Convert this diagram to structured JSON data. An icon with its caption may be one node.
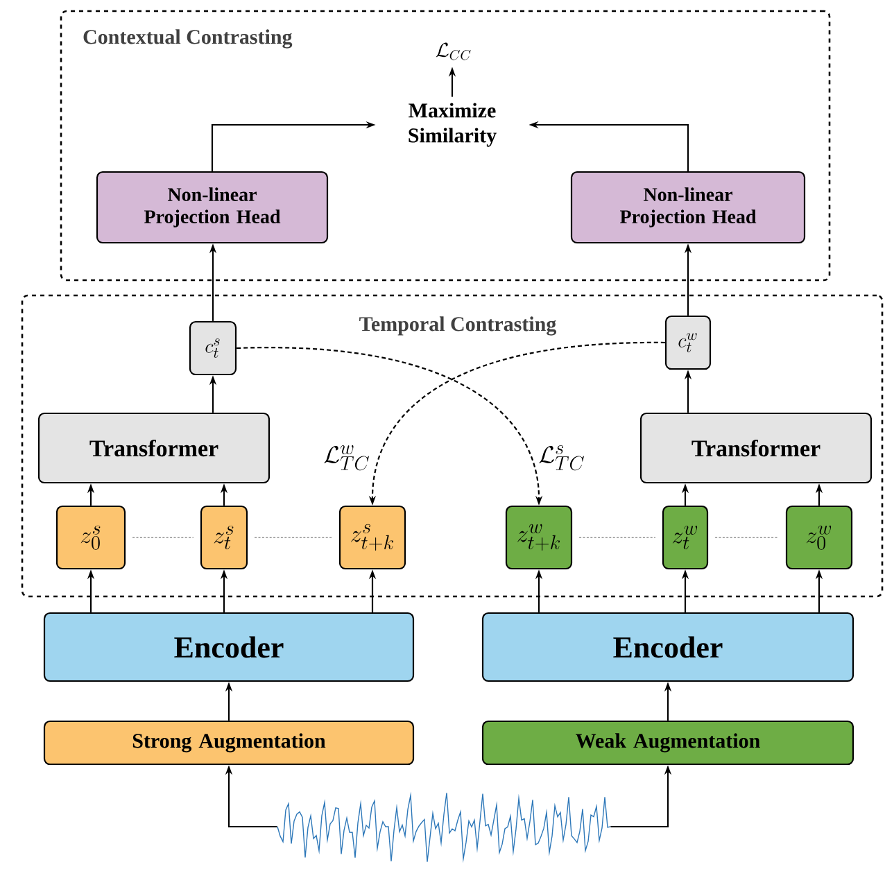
{
  "diagram": {
    "nodes": [
      {
        "text": [
          "Contextual Contrasting"
        ]
      },
      {
        "text": [
          "Maximize Similarity"
        ],
        "in": 0
      },
      {
        "text": [
          "Non-linear Projection Head"
        ],
        "in": 0
      },
      {
        "text": [
          "Non-linear Projection Head"
        ],
        "in": 0
      },
      {
        "text": [
          "\\mathcal{L}_{CC}"
        ],
        "in": 0
      },
      {
        "text": [
          "Temporal Contrasting"
        ]
      },
      {
        "text": [
          "c_{t}^{s}"
        ],
        "in": 5
      },
      {
        "text": [
          "c_{t}^{w}"
        ],
        "in": 5
      },
      {
        "text": [
          "Transformer"
        ],
        "in": 5
      },
      {
        "text": [
          "Transformer"
        ],
        "in": 5
      },
      {
        "text": [
          "z_{0}^{s}"
        ],
        "in": 5
      },
      {
        "text": [
          "z_{t}^{s}"
        ],
        "in": 5
      },
      {
        "text": [
          "z_{t+k}^{s}"
        ],
        "in": 5
      },
      {
        "text": [
          "z_{t+k}^{w}"
        ],
        "in": 5
      },
      {
        "text": [
          "z_{t}^{w}"
        ],
        "in": 5
      },
      {
        "text": [
          "z_{0}^{w}"
        ],
        "in": 5
      },
      {
        "text": [
          "Encoder"
        ]
      },
      {
        "text": [
          "Encoder"
        ]
      },
      {
        "text": [
          "Strong Augmentation"
        ]
      },
      {
        "text": [
          "Weak Augmentation"
        ]
      },
      {
        "text": [],
        "shape": "picture"
      }
    ],
    "edges": [
      {
        "from": 1,
        "to": 4,
        "arrow": "to"
      },
      {
        "from": 2,
        "to": 1,
        "arrow": "to"
      },
      {
        "from": 3,
        "to": 1,
        "arrow": "to"
      },
      {
        "from": 6,
        "to": 2,
        "arrow": "to"
      },
      {
        "from": 7,
        "to": 3,
        "arrow": "to"
      },
      {
        "from": 8,
        "to": 6,
        "arrow": "to"
      },
      {
        "from": 9,
        "to": 7,
        "arrow": "to"
      },
      {
        "from": 10,
        "to": 8,
        "arrow": "to"
      },
      {
        "from": 11,
        "to": 8,
        "arrow": "to"
      },
      {
        "from": 14,
        "to": 9,
        "arrow": "to"
      },
      {
        "from": 15,
        "to": 9,
        "arrow": "to"
      },
      {
        "from": 16,
        "to": 10,
        "arrow": "to"
      },
      {
        "from": 16,
        "to": 11,
        "arrow": "to"
      },
      {
        "from": 16,
        "to": 12,
        "arrow": "to"
      },
      {
        "from": 17,
        "to": 13,
        "arrow": "to"
      },
      {
        "from": 17,
        "to": 14,
        "arrow": "to"
      },
      {
        "from": 17,
        "to": 15,
        "arrow": "to"
      },
      {
        "from": 18,
        "to": 16,
        "arrow": "to"
      },
      {
        "from": 19,
        "to": 17,
        "arrow": "to"
      },
      {
        "from": 20,
        "to": 18,
        "arrow": "to"
      },
      {
        "from": 20,
        "to": 19,
        "arrow": "to"
      },
      {
        "from": 6,
        "to": 13,
        "arrow": "to",
        "style": "dashed",
        "label": "\\mathcal{L}_{TC}^{s}"
      },
      {
        "from": 7,
        "to": 12,
        "arrow": "to",
        "style": "dashed",
        "label": "\\mathcal{L}_{TC}^{w}"
      },
      {
        "from": 10,
        "to": 11,
        "arrow": "none",
        "style": "dashed",
        "color": "#aaaaaa"
      },
      {
        "from": 11,
        "to": 12,
        "arrow": "none",
        "style": "dashed",
        "color": "#aaaaaa"
      },
      {
        "from": 13,
        "to": 14,
        "arrow": "none",
        "style": "dashed",
        "color": "#aaaaaa"
      },
      {
        "from": 14,
        "to": 15,
        "arrow": "none",
        "style": "dashed",
        "color": "#aaaaaa"
      }
    ]
  }
}
